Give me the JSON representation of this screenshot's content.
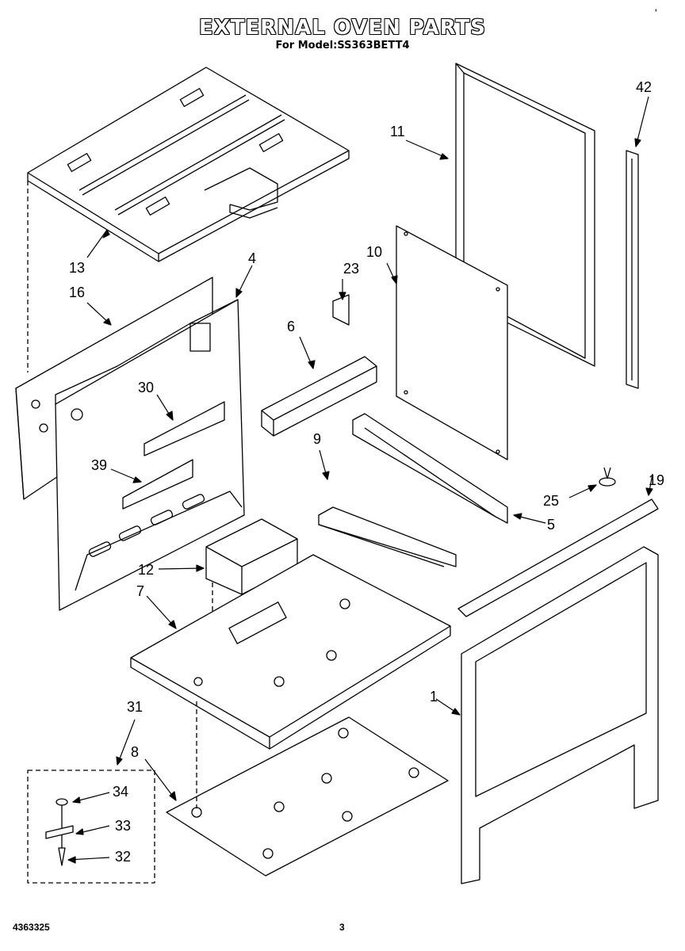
{
  "header": {
    "title": "EXTERNAL OVEN PARTS",
    "subtitle": "For Model:SS363BETT4"
  },
  "footer": {
    "doc_number": "4363325",
    "page_number": "3"
  },
  "corner_mark": "'",
  "callouts": {
    "p1": "1",
    "p4": "4",
    "p5": "5",
    "p6": "6",
    "p7": "7",
    "p8": "8",
    "p9": "9",
    "p10": "10",
    "p11": "11",
    "p12": "12",
    "p13": "13",
    "p16": "16",
    "p19": "19",
    "p23": "23",
    "p25": "25",
    "p30": "30",
    "p31": "31",
    "p32": "32",
    "p33": "33",
    "p34": "34",
    "p39": "39",
    "p42": "42"
  }
}
